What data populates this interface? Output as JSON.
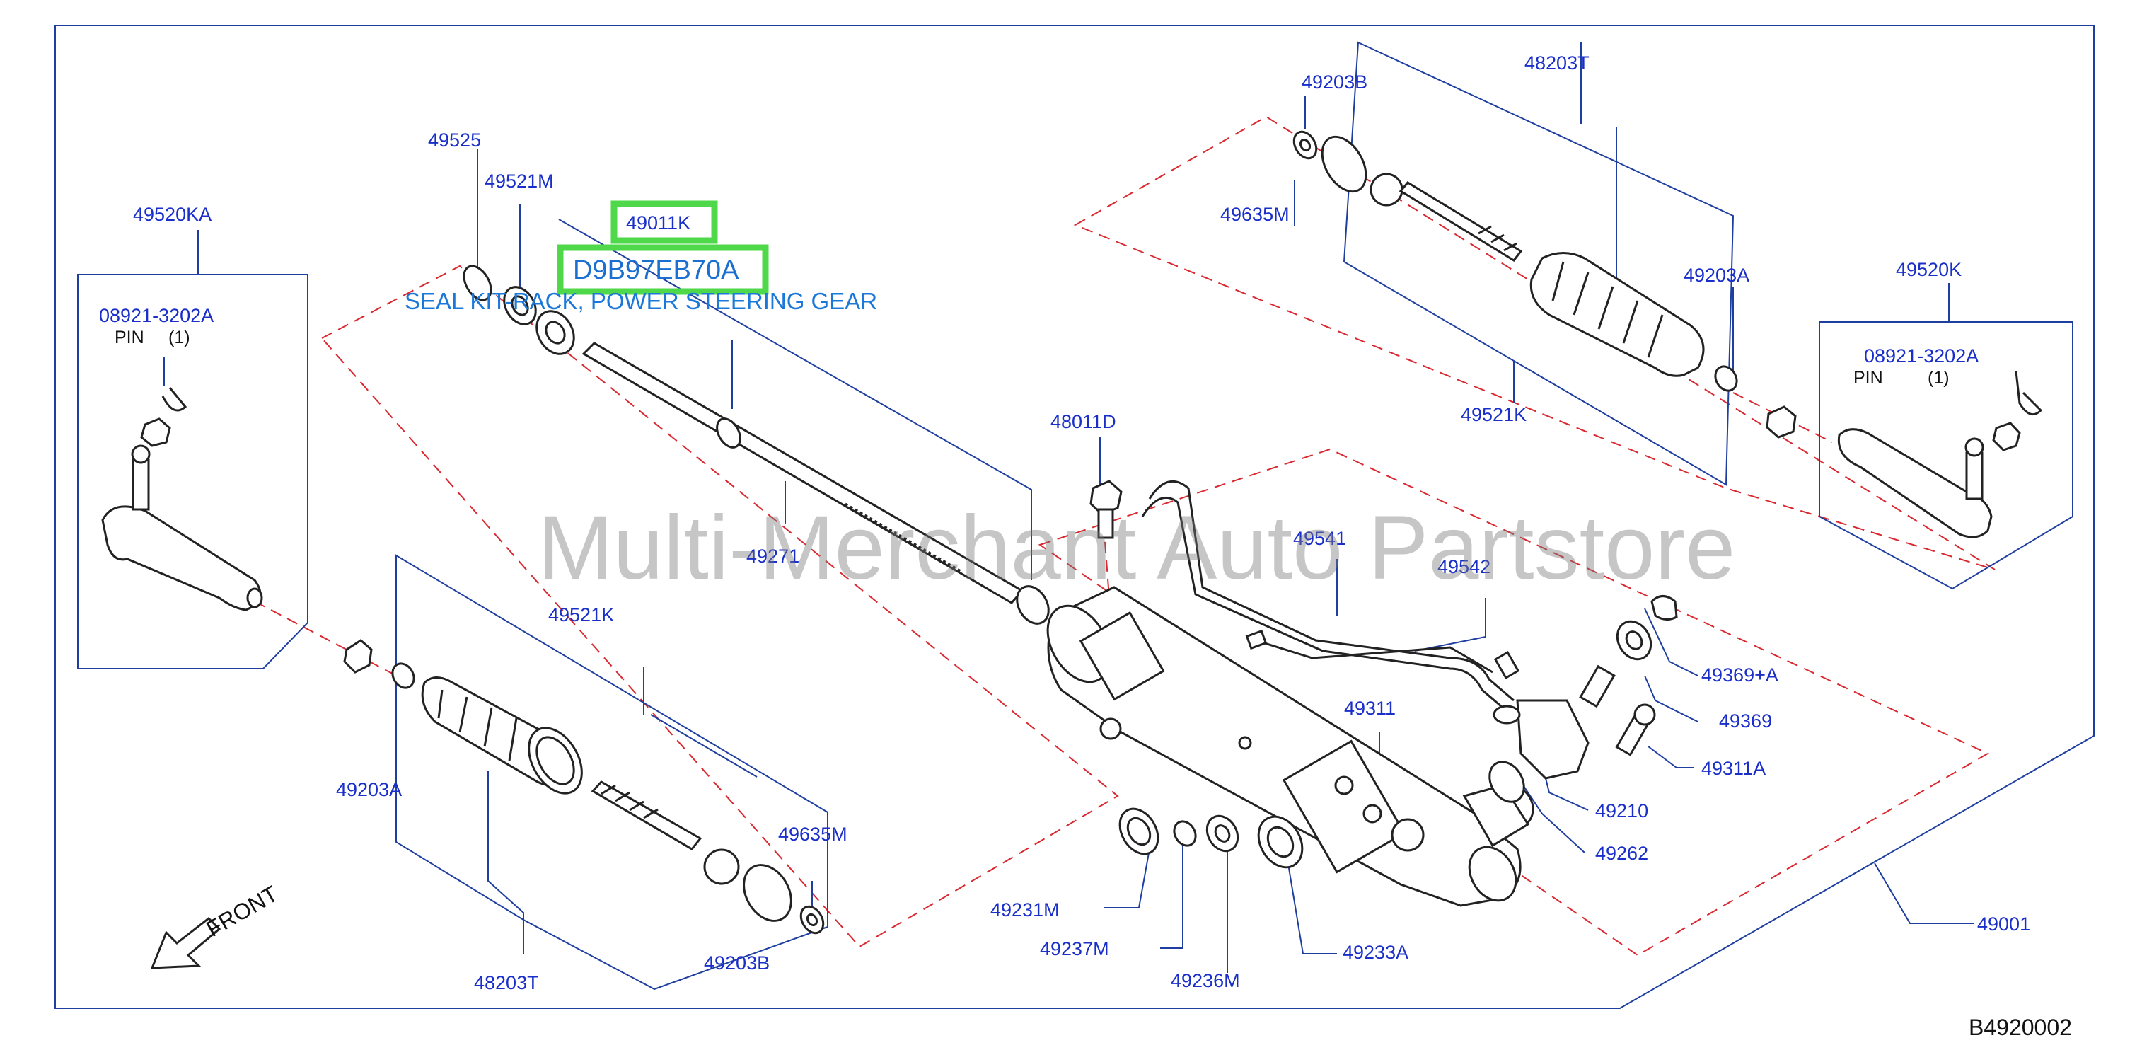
{
  "diagram_id": "B4920002",
  "watermark": "Multi-Merchant Auto Partstore",
  "front_label": "FRONT",
  "highlight": {
    "part_number": "49011K",
    "selected_code": "D9B97EB70A",
    "selected_name": "SEAL KIT-RACK, POWER STEERING GEAR"
  },
  "callouts": {
    "p49525": "49525",
    "p49521M": "49521M",
    "p49520KA": "49520KA",
    "p08921_left": "08921-3202A",
    "pin_left": "PIN",
    "pin_left_qty": "(1)",
    "p49271": "49271",
    "p48011D": "48011D",
    "p49541": "49541",
    "p49542": "49542",
    "p49311": "49311",
    "p49521K_bottom": "49521K",
    "p49203A_left": "49203A",
    "p49635M_bottom": "49635M",
    "p49203B_bottom": "49203B",
    "p48203T_bottom": "48203T",
    "p49231M": "49231M",
    "p49237M": "49237M",
    "p49236M": "49236M",
    "p49233A": "49233A",
    "p49262": "49262",
    "p49210": "49210",
    "p49311A": "49311A",
    "p49369": "49369",
    "p49369A": "49369+A",
    "p49001": "49001",
    "p48203T_top": "48203T",
    "p49203B_top": "49203B",
    "p49635M_top": "49635M",
    "p49203A_right": "49203A",
    "p49521K_top": "49521K",
    "p49520K": "49520K",
    "p08921_right": "08921-3202A",
    "pin_right": "PIN",
    "pin_right_qty": "(1)"
  }
}
